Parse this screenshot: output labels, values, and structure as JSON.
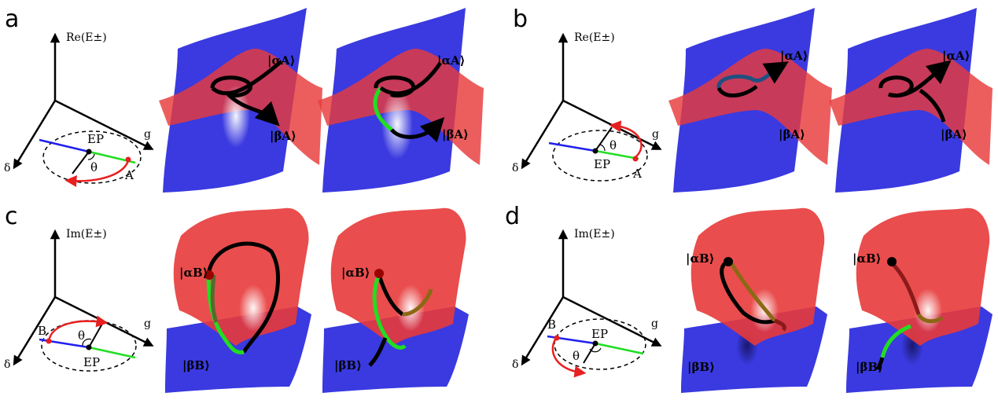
{
  "panels": [
    {
      "id": "a",
      "label": "a",
      "axis": "Re(E±)",
      "x_axis": "g",
      "y_axis": "δ",
      "ep": "EP",
      "theta": "θ",
      "point": "A",
      "top_state": "|αA⟩",
      "bottom_state": "|βA⟩"
    },
    {
      "id": "b",
      "label": "b",
      "axis": "Re(E±)",
      "x_axis": "g",
      "y_axis": "δ",
      "ep": "EP",
      "theta": "θ",
      "point": "A",
      "top_state": "|αA⟩",
      "bottom_state": "|βA⟩"
    },
    {
      "id": "c",
      "label": "c",
      "axis": "Im(E±)",
      "x_axis": "g",
      "y_axis": "δ",
      "ep": "EP",
      "theta": "θ",
      "point": "B",
      "top_state": "|αB⟩",
      "bottom_state": "|βB⟩"
    },
    {
      "id": "d",
      "label": "d",
      "axis": "Im(E±)",
      "x_axis": "g",
      "y_axis": "δ",
      "ep": "EP",
      "theta": "θ",
      "point": "B",
      "top_state": "|αB⟩",
      "bottom_state": "|βB⟩"
    }
  ],
  "colors": {
    "red_sheet": "#e83a3a",
    "blue_sheet": "#3a3ae0",
    "path": "#000000",
    "green": "#22dd22",
    "ring_red": "#e82020"
  }
}
